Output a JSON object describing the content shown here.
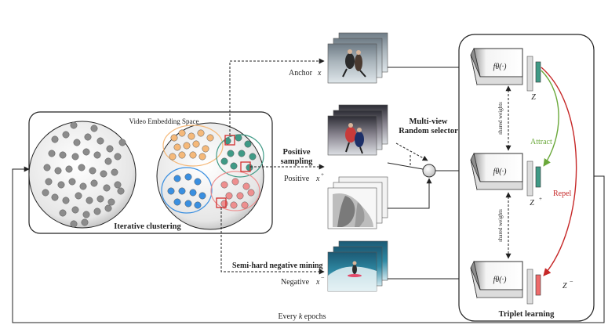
{
  "clustering": {
    "space_title": "Video Embedding Space",
    "caption": "Iterative clustering"
  },
  "labels": {
    "positive_sampling_1": "Positive",
    "positive_sampling_2": "sampling",
    "multiview_1": "Multi-view",
    "multiview_2": "Random selector",
    "anchor": "Anchor",
    "anchor_var": "x",
    "positive": "Positive",
    "positive_var": "x",
    "negative": "Negative",
    "negative_var": "x",
    "semi_hard": "Semi-hard negative mining",
    "every_prefix": "Every ",
    "every_k": "k",
    "every_suffix": " epochs"
  },
  "triplet": {
    "caption": "Triplet learning",
    "encoder_label": "fθ(·)",
    "shared_weights": "shared weights",
    "z_anchor": "Z",
    "z_pos": "Z",
    "z_neg": "Z",
    "attract": "Attract",
    "repel": "Repel"
  },
  "colors": {
    "gray_dot": "#8c8c8c",
    "orange_cluster": "#f5b97a",
    "teal_cluster": "#3f9a86",
    "blue_cluster": "#3a8fe0",
    "red_cluster": "#ee8f8f",
    "attract": "#6aa83a",
    "repel": "#c62828"
  },
  "icons": {
    "anchor_frames": "figure-skating-video-frames",
    "positive_frames": "figure-skating-rgb-video-frames",
    "depth_frames": "depth-map-video-frames",
    "negative_frames": "surfing-video-frames"
  }
}
